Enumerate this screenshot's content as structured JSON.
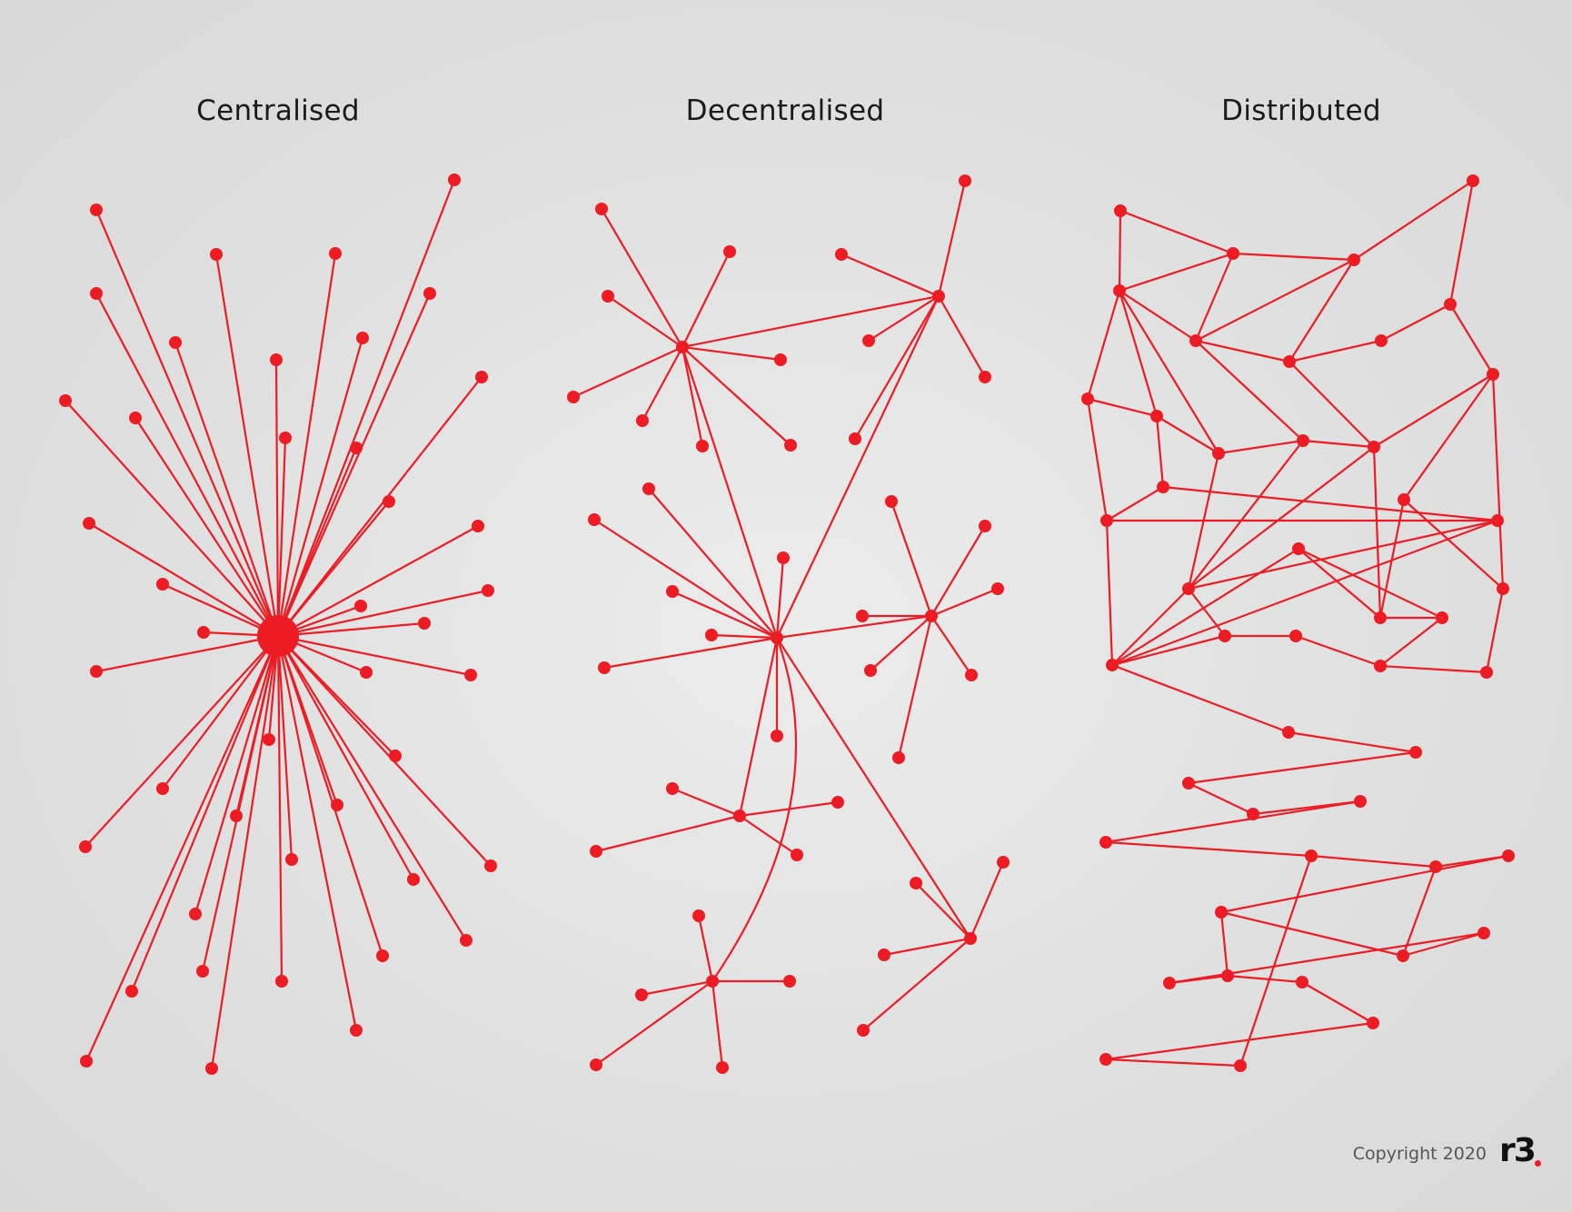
{
  "titles": {
    "centralised": "Centralised",
    "decentralised": "Decentralised",
    "distributed": "Distributed"
  },
  "footer": {
    "copyright": "Copyright 2020",
    "logo_text": "r3"
  },
  "colors": {
    "node": "#ed1c24",
    "edge": "#ed1c24",
    "logo_dot": "#ed1c24",
    "title": "#1a1a1a"
  }
}
